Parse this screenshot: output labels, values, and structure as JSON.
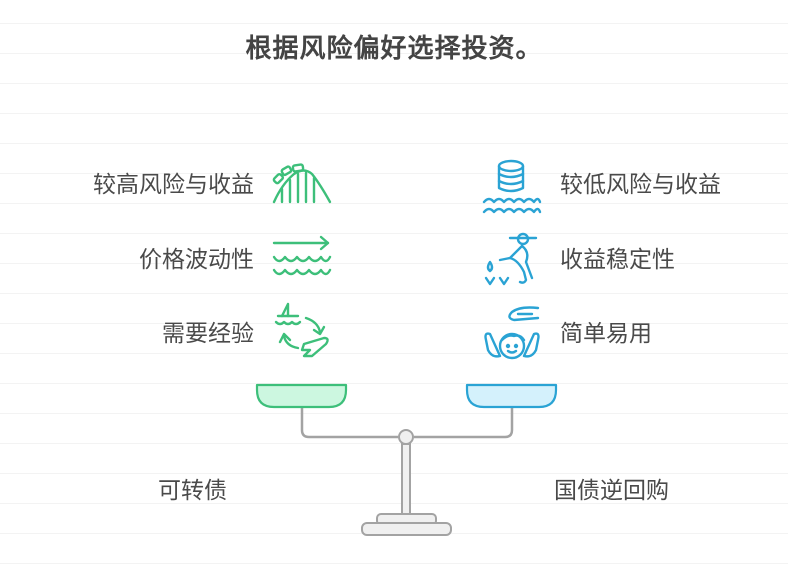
{
  "title": "根据风险偏好选择投资。",
  "colors": {
    "left_accent": "#3dbf7a",
    "left_fill": "#ccf7e0",
    "right_accent": "#2aa3d4",
    "right_fill": "#d4f1fc",
    "scale_stroke": "#a3a3a3",
    "scale_fill": "#f0f0f0",
    "text": "#4a4a4a"
  },
  "left": {
    "items": [
      {
        "label": "较高风险与收益",
        "icon": "roller-coaster-icon"
      },
      {
        "label": "价格波动性",
        "icon": "arrow-over-waves-icon"
      },
      {
        "label": "需要经验",
        "icon": "boat-plane-cycle-icon"
      }
    ],
    "bottom_label": "可转债"
  },
  "right": {
    "items": [
      {
        "label": "较低风险与收益",
        "icon": "coin-stack-on-water-icon"
      },
      {
        "label": "收益稳定性",
        "icon": "farmer-planting-icon"
      },
      {
        "label": "简单易用",
        "icon": "hand-over-child-icon"
      }
    ],
    "bottom_label": "国债逆回购"
  }
}
